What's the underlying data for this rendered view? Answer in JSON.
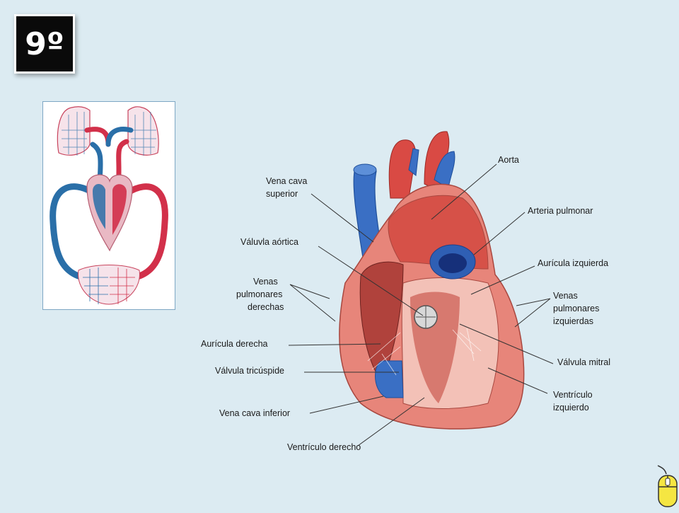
{
  "slide": {
    "number_badge": "9º"
  },
  "colors": {
    "background": "#dcebf2",
    "arterial": "#d2304a",
    "venous": "#2a6fa8",
    "badge": "#0a0a0a"
  },
  "heart_diagram": {
    "labels": {
      "aorta": "Aorta",
      "vena_cava_superior_1": "Vena cava",
      "vena_cava_superior_2": "superior",
      "arteria_pulmonar": "Arteria pulmonar",
      "valvula_aortica": "Váluvla aórtica",
      "auricula_izquierda": "Aurícula izquierda",
      "venas_der_1": "Venas",
      "venas_der_2": "pulmonares",
      "venas_der_3": "derechas",
      "venas_izq_1": "Venas",
      "venas_izq_2": "pulmonares",
      "venas_izq_3": "izquierdas",
      "auricula_derecha": "Aurícula derecha",
      "valvula_mitral": "Válvula mitral",
      "valvula_tricuspide": "Válvula tricúspide",
      "ventriculo_izq_1": "Ventrículo",
      "ventriculo_izq_2": "izquierdo",
      "vena_cava_inferior": "Vena cava inferior",
      "ventriculo_derecho": "Ventrículo derecho"
    }
  },
  "icons": {
    "mouse": "mouse-icon"
  }
}
